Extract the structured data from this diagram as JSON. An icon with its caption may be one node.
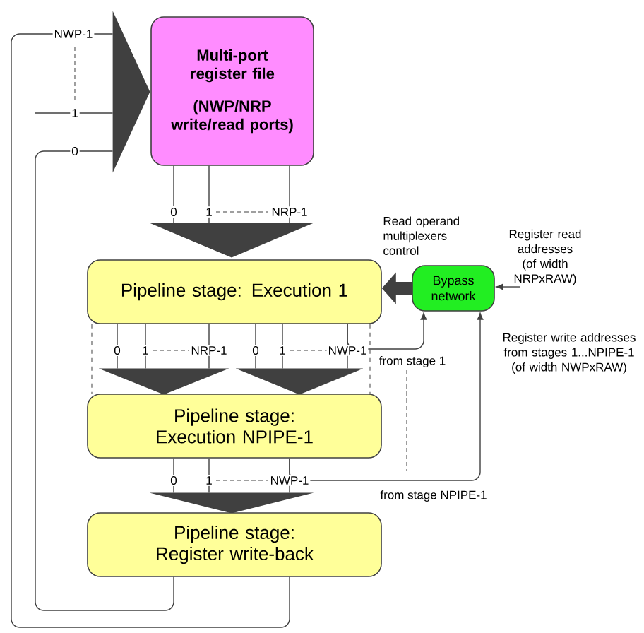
{
  "diagram": {
    "nodes": [
      {
        "text": [
          "Multi-port register file",
          "(NWP/NRP write/read ports)"
        ]
      },
      {
        "text": [],
        "shape": "triangle"
      },
      {
        "text": [],
        "shape": "triangle"
      },
      {
        "text": [
          "Pipeline stage: Execution 1"
        ]
      },
      {
        "text": [],
        "shape": "triangle"
      },
      {
        "text": [],
        "shape": "triangle"
      },
      {
        "text": [
          "Pipeline stage: Execution NPIPE-1"
        ]
      },
      {
        "text": [],
        "shape": "triangle"
      },
      {
        "text": [
          "Pipeline stage: Register write-back"
        ]
      },
      {
        "text": [
          "Bypass network"
        ]
      },
      {
        "text": [
          "Register read addresses (of width NRPxRAW)"
        ]
      }
    ],
    "edges": [
      {
        "from": 8,
        "to": 1,
        "arrow": "none",
        "label": "0"
      },
      {
        "from": null,
        "to": 1,
        "arrow": "none",
        "label": "1"
      },
      {
        "from": 8,
        "to": 1,
        "arrow": "none",
        "label": "NWP-1"
      },
      {
        "from": 0,
        "to": 2,
        "arrow": "none",
        "label": "0"
      },
      {
        "from": 0,
        "to": 2,
        "arrow": "none",
        "label": "1"
      },
      {
        "from": 0,
        "to": 2,
        "arrow": "none",
        "label": "NRP-1"
      },
      {
        "from": 3,
        "to": 4,
        "arrow": "none",
        "label": "0"
      },
      {
        "from": 3,
        "to": 4,
        "arrow": "none",
        "label": "1"
      },
      {
        "from": 3,
        "to": 4,
        "arrow": "none",
        "label": "NRP-1"
      },
      {
        "from": 3,
        "to": 5,
        "arrow": "none",
        "label": "0"
      },
      {
        "from": 3,
        "to": 5,
        "arrow": "none",
        "label": "1"
      },
      {
        "from": 3,
        "to": 5,
        "arrow": "none",
        "label": "NWP-1"
      },
      {
        "from": 3,
        "to": 6,
        "arrow": "none",
        "style": "dashed"
      },
      {
        "from": 3,
        "to": 6,
        "arrow": "none",
        "style": "dashed"
      },
      {
        "from": 3,
        "to": 9,
        "arrow": "to",
        "label": "from stage 1"
      },
      {
        "from": 6,
        "to": 7,
        "arrow": "none",
        "label": "0"
      },
      {
        "from": 6,
        "to": 7,
        "arrow": "none",
        "label": "1"
      },
      {
        "from": 6,
        "to": 7,
        "arrow": "none",
        "label": "NWP-1"
      },
      {
        "from": 6,
        "to": 9,
        "arrow": "to",
        "label": "from stage NPIPE-1"
      },
      {
        "from": 9,
        "to": 3,
        "arrow": "to",
        "style": "thick",
        "label": "Read operand multiplexers control"
      },
      {
        "from": 10,
        "to": 9,
        "arrow": "to"
      }
    ],
    "labels": [
      "Register write addresses from stages 1...NPIPE-1 (of width NWPxRAW)"
    ]
  }
}
